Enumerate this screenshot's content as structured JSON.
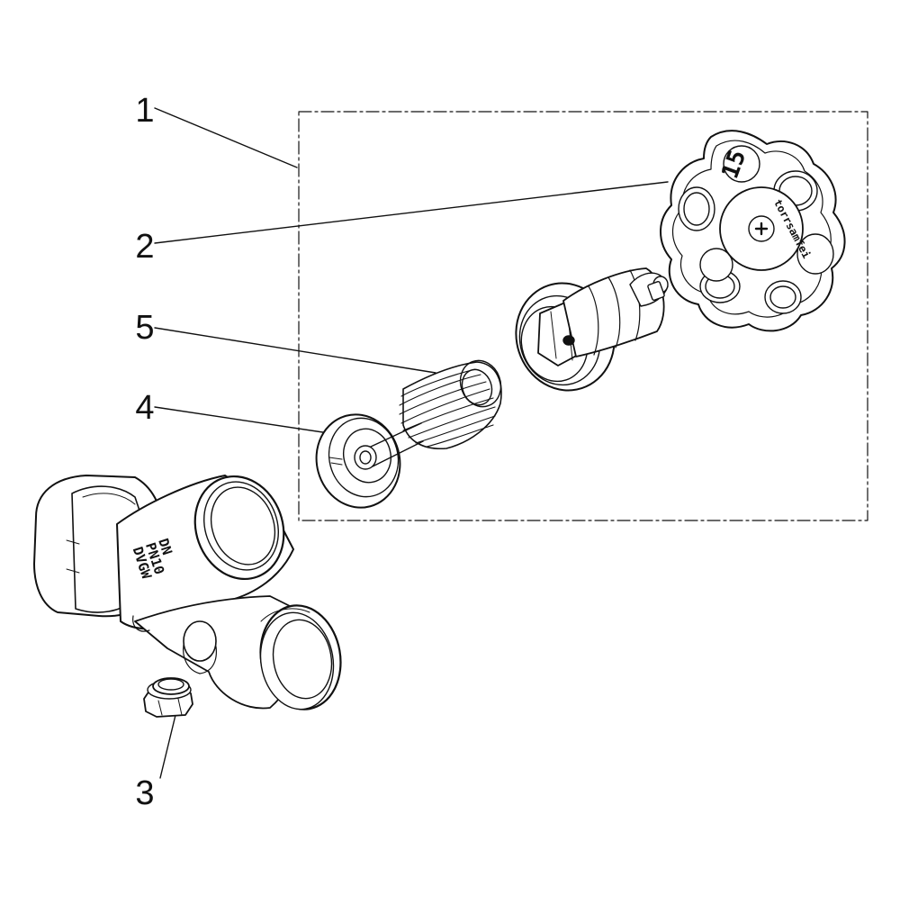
{
  "callouts": {
    "c1": "1",
    "c2": "2",
    "c3": "3",
    "c4": "4",
    "c5": "5"
  },
  "body_stamp": {
    "line1": "DN",
    "line2": "PN10",
    "line3": "DVGW"
  },
  "handwheel_stamp": {
    "size_mark": "15",
    "brand_ring": "torrsamfei"
  },
  "colors": {
    "line": "#111111",
    "fill": "#ffffff",
    "shade": "#d9d9d9"
  }
}
